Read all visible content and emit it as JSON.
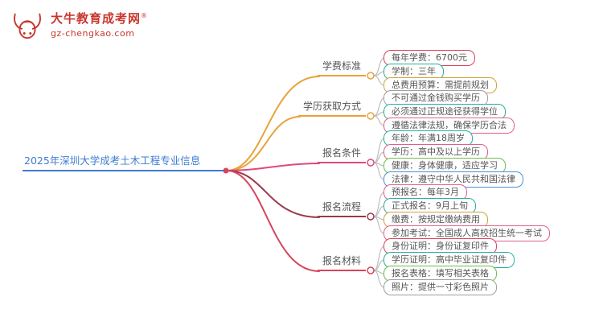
{
  "logo": {
    "title": "大牛教育成考网",
    "trademark": "®",
    "subtitle": "gz-chengkao.com",
    "color": "#c8372d"
  },
  "mindmap": {
    "root": {
      "label": "2025年深圳大学成考土木工程专业信息",
      "color": "#3f7bd0",
      "dot_color": "#d9435b"
    },
    "branches": [
      {
        "label": "学费标准",
        "color": "#e8a33c",
        "leaves": [
          {
            "label": "每年学费：6700元",
            "color": "#d9435b"
          },
          {
            "label": "学制：三年",
            "color": "#2bae9e"
          },
          {
            "label": "总费用预算：需提前规划",
            "color": "#cfa43b"
          }
        ]
      },
      {
        "label": "学历获取方式",
        "color": "#e8a33c",
        "leaves": [
          {
            "label": "不可通过金钱购买学历",
            "color": "#9e9e9e"
          },
          {
            "label": "必须通过正规途径获得学位",
            "color": "#2bae9e"
          },
          {
            "label": "遵循法律法规，确保学历合法",
            "color": "#e0608a"
          }
        ]
      },
      {
        "label": "报名条件",
        "color": "#e0487e",
        "leaves": [
          {
            "label": "年龄：年满18周岁",
            "color": "#2bae9e"
          },
          {
            "label": "学历：高中及以上学历",
            "color": "#e0608a"
          },
          {
            "label": "健康：身体健康，适应学习",
            "color": "#6cbf4a"
          },
          {
            "label": "法律：遵守中华人民共和国法律",
            "color": "#4a90d9"
          }
        ]
      },
      {
        "label": "报名流程",
        "color": "#993a4d",
        "leaves": [
          {
            "label": "预报名：每年3月",
            "color": "#e0608a"
          },
          {
            "label": "正式报名：9月上旬",
            "color": "#2bae9e"
          },
          {
            "label": "缴费：按规定缴纳费用",
            "color": "#cfa43b"
          },
          {
            "label": "参加考试：全国成人高校招生统一考试",
            "color": "#e0608a"
          }
        ]
      },
      {
        "label": "报名材料",
        "color": "#d9435b",
        "leaves": [
          {
            "label": "身份证明：身份证复印件",
            "color": "#d9435b"
          },
          {
            "label": "学历证明：高中毕业证复印件",
            "color": "#2bae9e"
          },
          {
            "label": "报名表格：填写相关表格",
            "color": "#6cbf4a"
          },
          {
            "label": "照片：提供一寸彩色照片",
            "color": "#9e9e9e"
          }
        ]
      }
    ]
  }
}
